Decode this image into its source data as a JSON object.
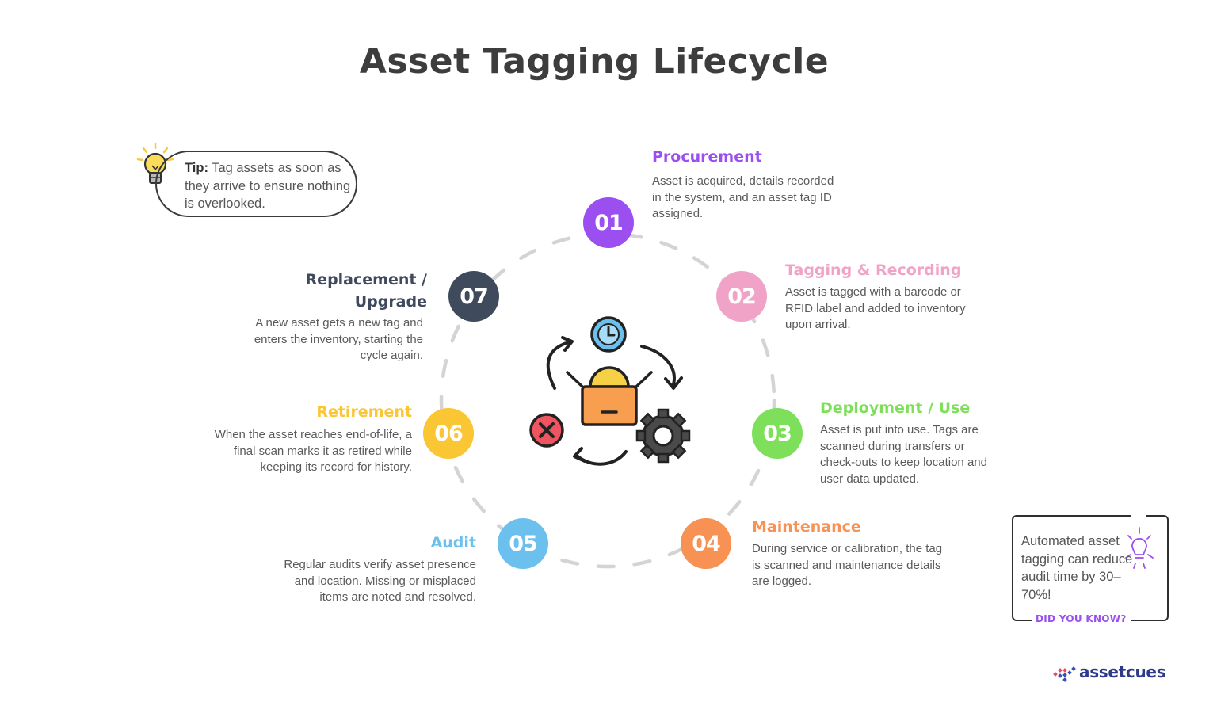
{
  "title": "Asset Tagging Lifecycle",
  "tip": {
    "label": "Tip:",
    "text": " Tag assets as soon as they arrive to ensure nothing is overlooked."
  },
  "steps": [
    {
      "number": "01",
      "title": "Procurement",
      "description": "Asset is acquired, details recorded in the system, and an asset tag ID assigned.",
      "color": "#9b4ff0"
    },
    {
      "number": "02",
      "title": "Tagging & Recording",
      "description": "Asset is tagged with a barcode or RFID label and added to inventory upon arrival.",
      "color": "#f0a3c6"
    },
    {
      "number": "03",
      "title": "Deployment / Use",
      "description": "Asset is put into use. Tags are scanned during transfers or check-outs to keep location and user data updated.",
      "color": "#7ee05a"
    },
    {
      "number": "04",
      "title": "Maintenance",
      "description": "During service or calibration, the tag is scanned and maintenance details are logged.",
      "color": "#f79154"
    },
    {
      "number": "05",
      "title": "Audit",
      "description": "Regular audits verify asset presence and location. Missing or misplaced items are noted and resolved.",
      "color": "#6cc0ee"
    },
    {
      "number": "06",
      "title": "Retirement",
      "description": "When the asset reaches end-of-life, a final scan marks it as retired while keeping its record for history.",
      "color": "#fbc634"
    },
    {
      "number": "07",
      "title": "Replacement / Upgrade",
      "description": "A new asset gets a new tag and enters the inventory, starting the cycle again.",
      "color": "#3f4a5c"
    }
  ],
  "did_you_know": {
    "text": "Automated asset tagging can reduce audit time by 30–70%!",
    "label": "DID YOU KNOW?"
  },
  "logo": {
    "text": "assetcues"
  },
  "icons": [
    "lightbulb-icon",
    "clock-icon",
    "box-icon",
    "gear-icon",
    "close-icon",
    "lightbulb-outline-icon",
    "assetcues-logo-icon"
  ]
}
